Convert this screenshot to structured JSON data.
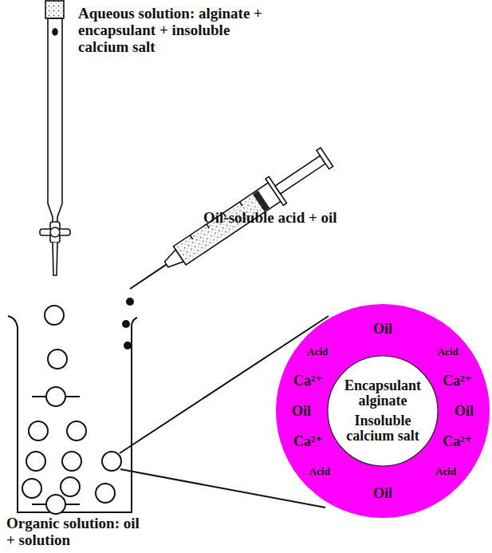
{
  "diagram": {
    "nodes": [
      {
        "text": [
          "Oil",
          "Acid",
          "Acid",
          "Ca²⁺",
          "Ca²⁺",
          "Oil",
          "Oil",
          "Ca²⁺",
          "Ca²⁺",
          "Acid",
          "Acid",
          "Oil"
        ]
      },
      {
        "text": [
          "Encapsulant alginate",
          "Insoluble calcium salt"
        ],
        "in": 0
      }
    ],
    "labels": [
      "Aqueous solution: alginate + encapsulant + insoluble calcium salt",
      "Oil-soluble acid + oil",
      "Organic solution: oil + solution"
    ]
  }
}
